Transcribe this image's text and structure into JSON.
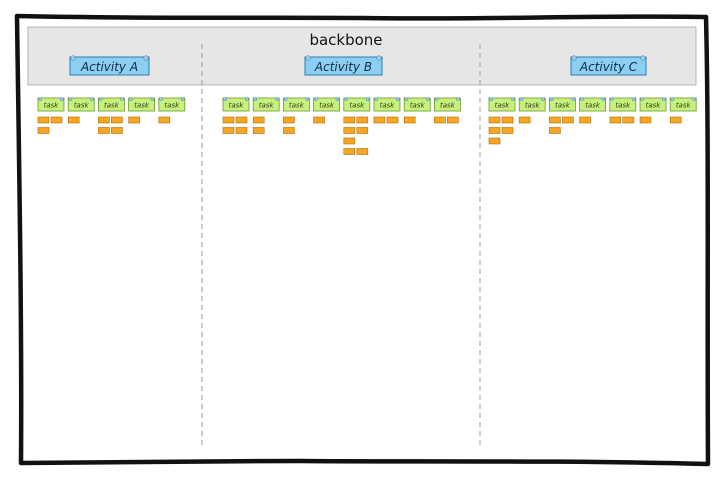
{
  "board": {
    "backbone_label": "backbone",
    "colors": {
      "backbone_band": "#e6e6e6",
      "activity_fill": "#8ccff2",
      "activity_stroke": "#2a7fb0",
      "task_fill": "#c8f07e",
      "task_stroke": "#6a9a28",
      "story_fill": "#f5a623",
      "story_stroke": "#b06d0c",
      "pin": "#9ecbe6",
      "frame": "#111111",
      "divider": "#9a9a9a"
    },
    "activities": [
      {
        "label": "Activity A",
        "tasks": [
          {
            "label": "task",
            "stories": [
              2,
              1
            ]
          },
          {
            "label": "task",
            "stories": [
              1
            ]
          },
          {
            "label": "task",
            "stories": [
              2,
              2
            ]
          },
          {
            "label": "task",
            "stories": [
              1
            ]
          },
          {
            "label": "task",
            "stories": [
              1
            ]
          }
        ]
      },
      {
        "label": "Activity B",
        "tasks": [
          {
            "label": "task",
            "stories": [
              2,
              2
            ]
          },
          {
            "label": "task",
            "stories": [
              1,
              1
            ]
          },
          {
            "label": "task",
            "stories": [
              1,
              1
            ]
          },
          {
            "label": "task",
            "stories": [
              1
            ]
          },
          {
            "label": "task",
            "stories": [
              2,
              2,
              1,
              2
            ]
          },
          {
            "label": "task",
            "stories": [
              2
            ]
          },
          {
            "label": "task",
            "stories": [
              1
            ]
          },
          {
            "label": "task",
            "stories": [
              2
            ]
          }
        ]
      },
      {
        "label": "Activity C",
        "tasks": [
          {
            "label": "task",
            "stories": [
              2,
              2,
              1
            ]
          },
          {
            "label": "task",
            "stories": [
              1
            ]
          },
          {
            "label": "task",
            "stories": [
              2,
              1
            ]
          },
          {
            "label": "task",
            "stories": [
              1
            ]
          },
          {
            "label": "task",
            "stories": [
              2
            ]
          },
          {
            "label": "task",
            "stories": [
              1
            ]
          },
          {
            "label": "task",
            "stories": [
              1
            ]
          }
        ]
      }
    ]
  }
}
